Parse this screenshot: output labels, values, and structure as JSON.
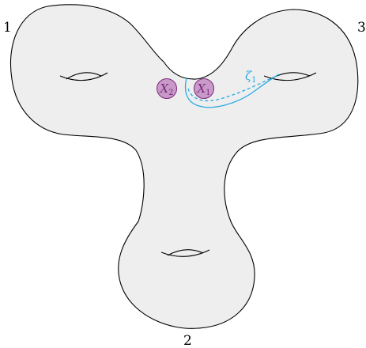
{
  "boundary_labels": {
    "one": "1",
    "two": "2",
    "three": "3"
  },
  "marked_points": [
    {
      "symbol": "X",
      "subscript": "2"
    },
    {
      "symbol": "X",
      "subscript": "1"
    }
  ],
  "curve": {
    "symbol": "ζ",
    "subscript": "1"
  },
  "colors": {
    "surface_fill": "#eeeeee",
    "outline": "#000000",
    "curve": "#29abe2",
    "point_fill": "#c99ac9",
    "point_stroke": "#7a2a7a",
    "point_text": "#7a2a7a"
  }
}
